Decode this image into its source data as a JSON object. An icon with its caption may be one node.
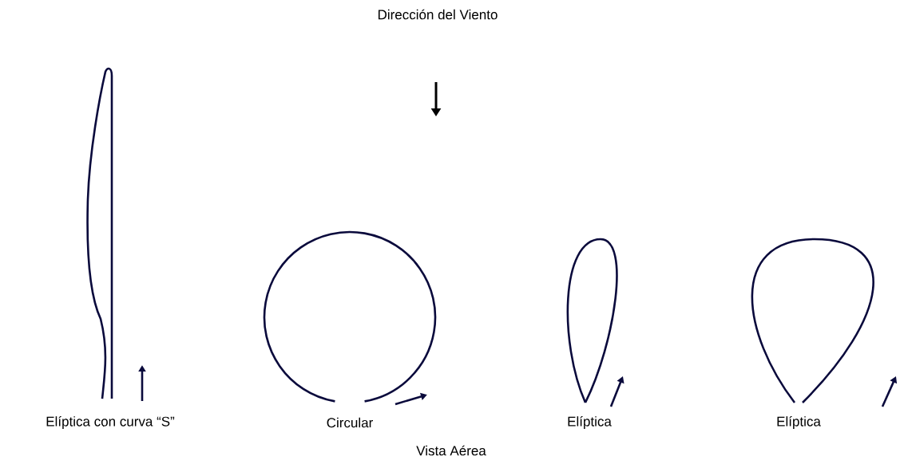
{
  "diagram": {
    "caption": "Vista Aérea",
    "nodes": [
      {
        "text": [
          "Elíptica con curva “S”"
        ]
      },
      {
        "text": [
          "Circular"
        ]
      },
      {
        "text": [
          "Elíptica"
        ]
      },
      {
        "text": [
          "Elíptica"
        ]
      }
    ],
    "labels": [
      "Dirección del Viento"
    ]
  }
}
